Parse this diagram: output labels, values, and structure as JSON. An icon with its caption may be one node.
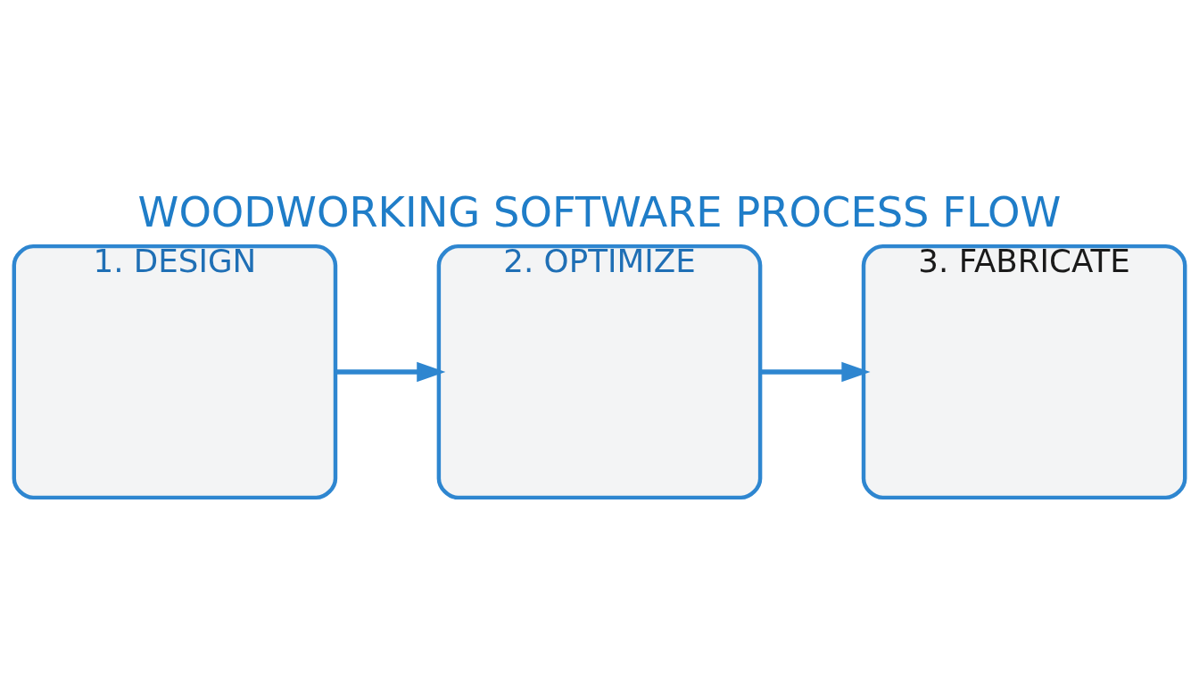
{
  "diagram": {
    "title": "WOODWORKING SOFTWARE PROCESS FLOW",
    "nodes": [
      {
        "text": [
          "1. DESIGN"
        ]
      },
      {
        "text": [
          "2. OPTIMIZE"
        ]
      },
      {
        "text": [
          "3. FABRICATE"
        ]
      }
    ],
    "edges": [
      {
        "from": 0,
        "to": 1,
        "arrow": "to"
      },
      {
        "from": 1,
        "to": 2,
        "arrow": "to"
      }
    ]
  }
}
